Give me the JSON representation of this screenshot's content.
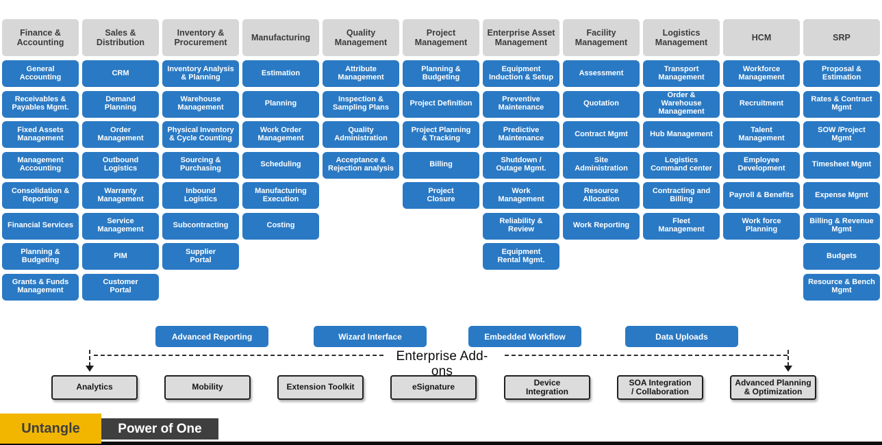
{
  "columns": [
    {
      "header": "Finance &\nAccounting",
      "items": [
        "General\nAccounting",
        "Receivables  &\nPayables Mgmt.",
        "Fixed Assets\nManagement",
        "Management\nAccounting",
        "Consolidation &\nReporting",
        "Financial Services",
        "Planning &\nBudgeting",
        "Grants & Funds\nManagement"
      ]
    },
    {
      "header": "Sales &\nDistribution",
      "items": [
        "CRM",
        "Demand\nPlanning",
        "Order\nManagement",
        "Outbound\nLogistics",
        "Warranty\nManagement",
        "Service\nManagement",
        "PIM",
        "Customer\nPortal"
      ]
    },
    {
      "header": "Inventory &\nProcurement",
      "items": [
        "Inventory Analysis\n& Planning",
        "Warehouse\nManagement",
        "Physical Inventory\n& Cycle Counting",
        "Sourcing &\nPurchasing",
        "Inbound\nLogistics",
        "Subcontracting",
        "Supplier\nPortal"
      ]
    },
    {
      "header": "Manufacturing",
      "items": [
        "Estimation",
        "Planning",
        "Work Order\nManagement",
        "Scheduling",
        "Manufacturing\nExecution",
        "Costing"
      ]
    },
    {
      "header": "Quality\nManagement",
      "items": [
        "Attribute\nManagement",
        "Inspection &\nSampling Plans",
        "Quality\nAdministration",
        "Acceptance &\nRejection analysis"
      ]
    },
    {
      "header": "Project\nManagement",
      "items": [
        "Planning &\nBudgeting",
        "Project Definition",
        "Project Planning\n& Tracking",
        "Billing",
        "Project\nClosure"
      ]
    },
    {
      "header": "Enterprise Asset\nManagement",
      "items": [
        "Equipment\nInduction & Setup",
        "Preventive\nMaintenance",
        "Predictive\nMaintenance",
        "Shutdown /\nOutage Mgmt.",
        "Work\nManagement",
        "Reliability &\nReview",
        "Equipment\nRental Mgmt."
      ]
    },
    {
      "header": "Facility\nManagement",
      "items": [
        "Assessment",
        "Quotation",
        "Contract Mgmt",
        "Site\nAdministration",
        "Resource\nAllocation",
        "Work Reporting"
      ]
    },
    {
      "header": "Logistics\nManagement",
      "items": [
        "Transport\nManagement",
        "Order &\nWarehouse\nManagement",
        "Hub Management",
        "Logistics\nCommand center",
        "Contracting and\nBilling",
        "Fleet\nManagement"
      ]
    },
    {
      "header": "HCM",
      "items": [
        "Workforce\nManagement",
        "Recruitment",
        "Talent\nManagement",
        "Employee\nDevelopment",
        "Payroll & Benefits",
        "Work force\nPlanning"
      ]
    },
    {
      "header": "SRP",
      "items": [
        "Proposal &\nEstimation",
        "Rates & Contract\nMgmt",
        "SOW /Project\nMgmt",
        "Timesheet Mgmt",
        "Expense Mgmt",
        "Billing & Revenue\nMgmt",
        "Budgets",
        "Resource & Bench\nMgmt"
      ]
    }
  ],
  "addons": {
    "label": "Enterprise Add-ons",
    "platform_items": [
      "Advanced Reporting",
      "Wizard Interface",
      "Embedded Workflow",
      "Data Uploads"
    ],
    "tool_items": [
      "Analytics",
      "Mobility",
      "Extension Toolkit",
      "eSignature",
      "Device\nIntegration",
      "SOA Integration\n/ Collaboration",
      "Advanced Planning\n& Optimization"
    ]
  },
  "footer": {
    "brand": "Untangle",
    "tagline": "Power of One"
  },
  "colors": {
    "tile_blue": "#2A79C4",
    "header_gray": "#D7D7D7",
    "tool_gray": "#DCDCDC",
    "brand_yellow": "#F2B600",
    "brand_dark": "#3F3F3F"
  }
}
